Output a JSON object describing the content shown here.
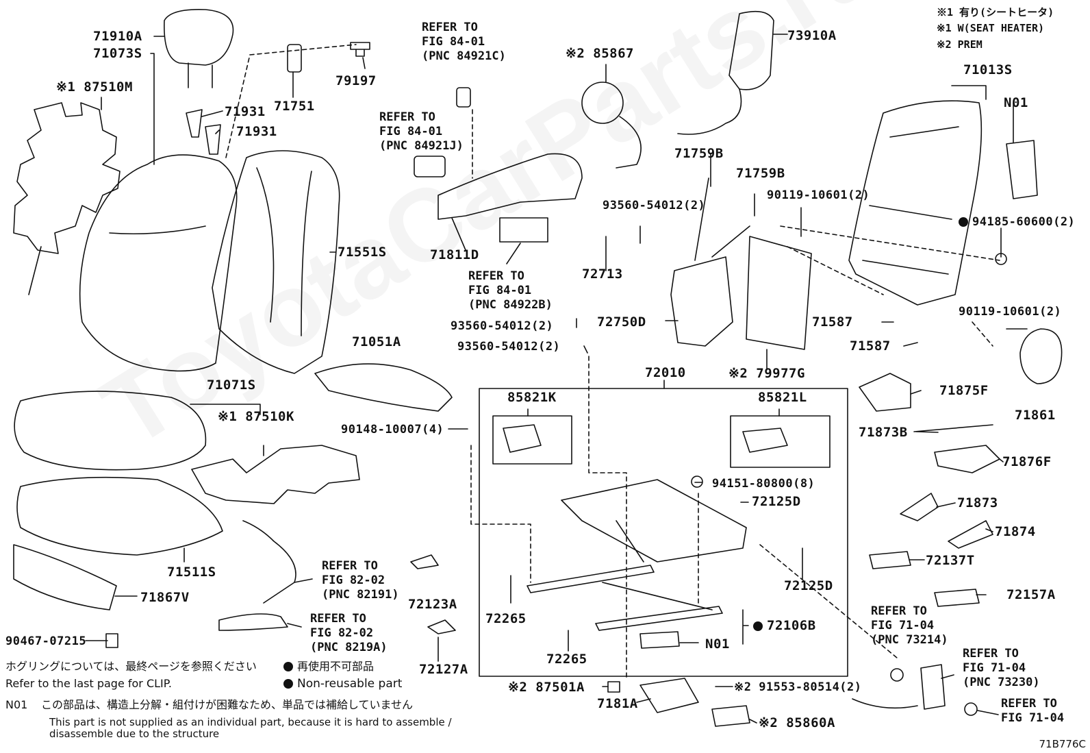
{
  "legend": {
    "line1": "※1 有り(シートヒータ)",
    "line2": "※1 W(SEAT HEATER)",
    "line3": "※2 PREM"
  },
  "watermark": "ToyotaCarParts.ru",
  "labels": {
    "p71910A": "71910A",
    "p71073S": "71073S",
    "p87510M": "※1 87510M",
    "p71931a": "71931",
    "p71931b": "71931",
    "p71751": "71751",
    "p79197": "79197",
    "p71551S": "71551S",
    "p85867": "※2 85867",
    "p73910A": "73910A",
    "p71013S": "71013S",
    "pN01a": "N01",
    "p71811D": "71811D",
    "p93560a": "93560-54012(2)",
    "p72713": "72713",
    "p71759Ba": "71759B",
    "p71759Bb": "71759B",
    "p90119a": "90119-10601(2)",
    "p94185": "94185-60600(2)",
    "p93560b": "93560-54012(2)",
    "p93560c": "93560-54012(2)",
    "p72750D": "72750D",
    "p71587a": "71587",
    "p71587b": "71587",
    "p90119b": "90119-10601(2)",
    "p71051A": "71051A",
    "p72010": "72010",
    "p79977G": "※2 79977G",
    "p71861": "71861",
    "p71071S": "71071S",
    "p87510K": "※1 87510K",
    "p85821K": "85821K",
    "p85821L": "85821L",
    "p71875F": "71875F",
    "p90148": "90148-10007(4)",
    "p71873B": "71873B",
    "p71876F": "71876F",
    "p94151": "94151-80800(8)",
    "p72125Da": "72125D",
    "p71873": "71873",
    "p71874": "71874",
    "p71511S": "71511S",
    "p72137T": "72137T",
    "p72125Db": "72125D",
    "p72123A": "72123A",
    "p71867V": "71867V",
    "p72157A": "72157A",
    "p72265a": "72265",
    "p72106B": "72106B",
    "p72265b": "72265",
    "pN01b": "N01",
    "p90467": "90467-07215",
    "p72127A": "72127A",
    "p87501A": "※2 87501A",
    "p7181A": "7181A",
    "p91553": "※2 91553-80514(2)",
    "p85860A": "※2 85860A"
  },
  "refs": {
    "r1": "REFER TO\nFIG 84-01\n(PNC 84921C)",
    "r2": "REFER TO\nFIG 84-01\n(PNC 84921J)",
    "r3": "REFER TO\nFIG 84-01\n(PNC 84922B)",
    "r4": "REFER TO\nFIG 82-02\n(PNC 82191)",
    "r5": "REFER TO\nFIG 82-02\n(PNC 8219A)",
    "r6": "REFER TO\nFIG 71-04\n(PNC 73214)",
    "r7": "REFER TO\nFIG 71-04\n(PNC 73230)",
    "r8": "REFER TO\nFIG 71-04"
  },
  "notes": {
    "clip_jp": "ホグリングについては、最終ページを参照ください",
    "clip_en": "Refer to the last page for CLIP.",
    "nonreuse_jp": "再使用不可部品",
    "nonreuse_en": "Non-reusable part",
    "n01_tag": "N01",
    "n01_jp": "この部品は、構造上分解・組付けが困難なため、単品では補給していません",
    "n01_en1": "This part is not supplied as an individual part, because it is hard to assemble /",
    "n01_en2": "disassemble due to the structure"
  },
  "figure_code": "71B776C"
}
